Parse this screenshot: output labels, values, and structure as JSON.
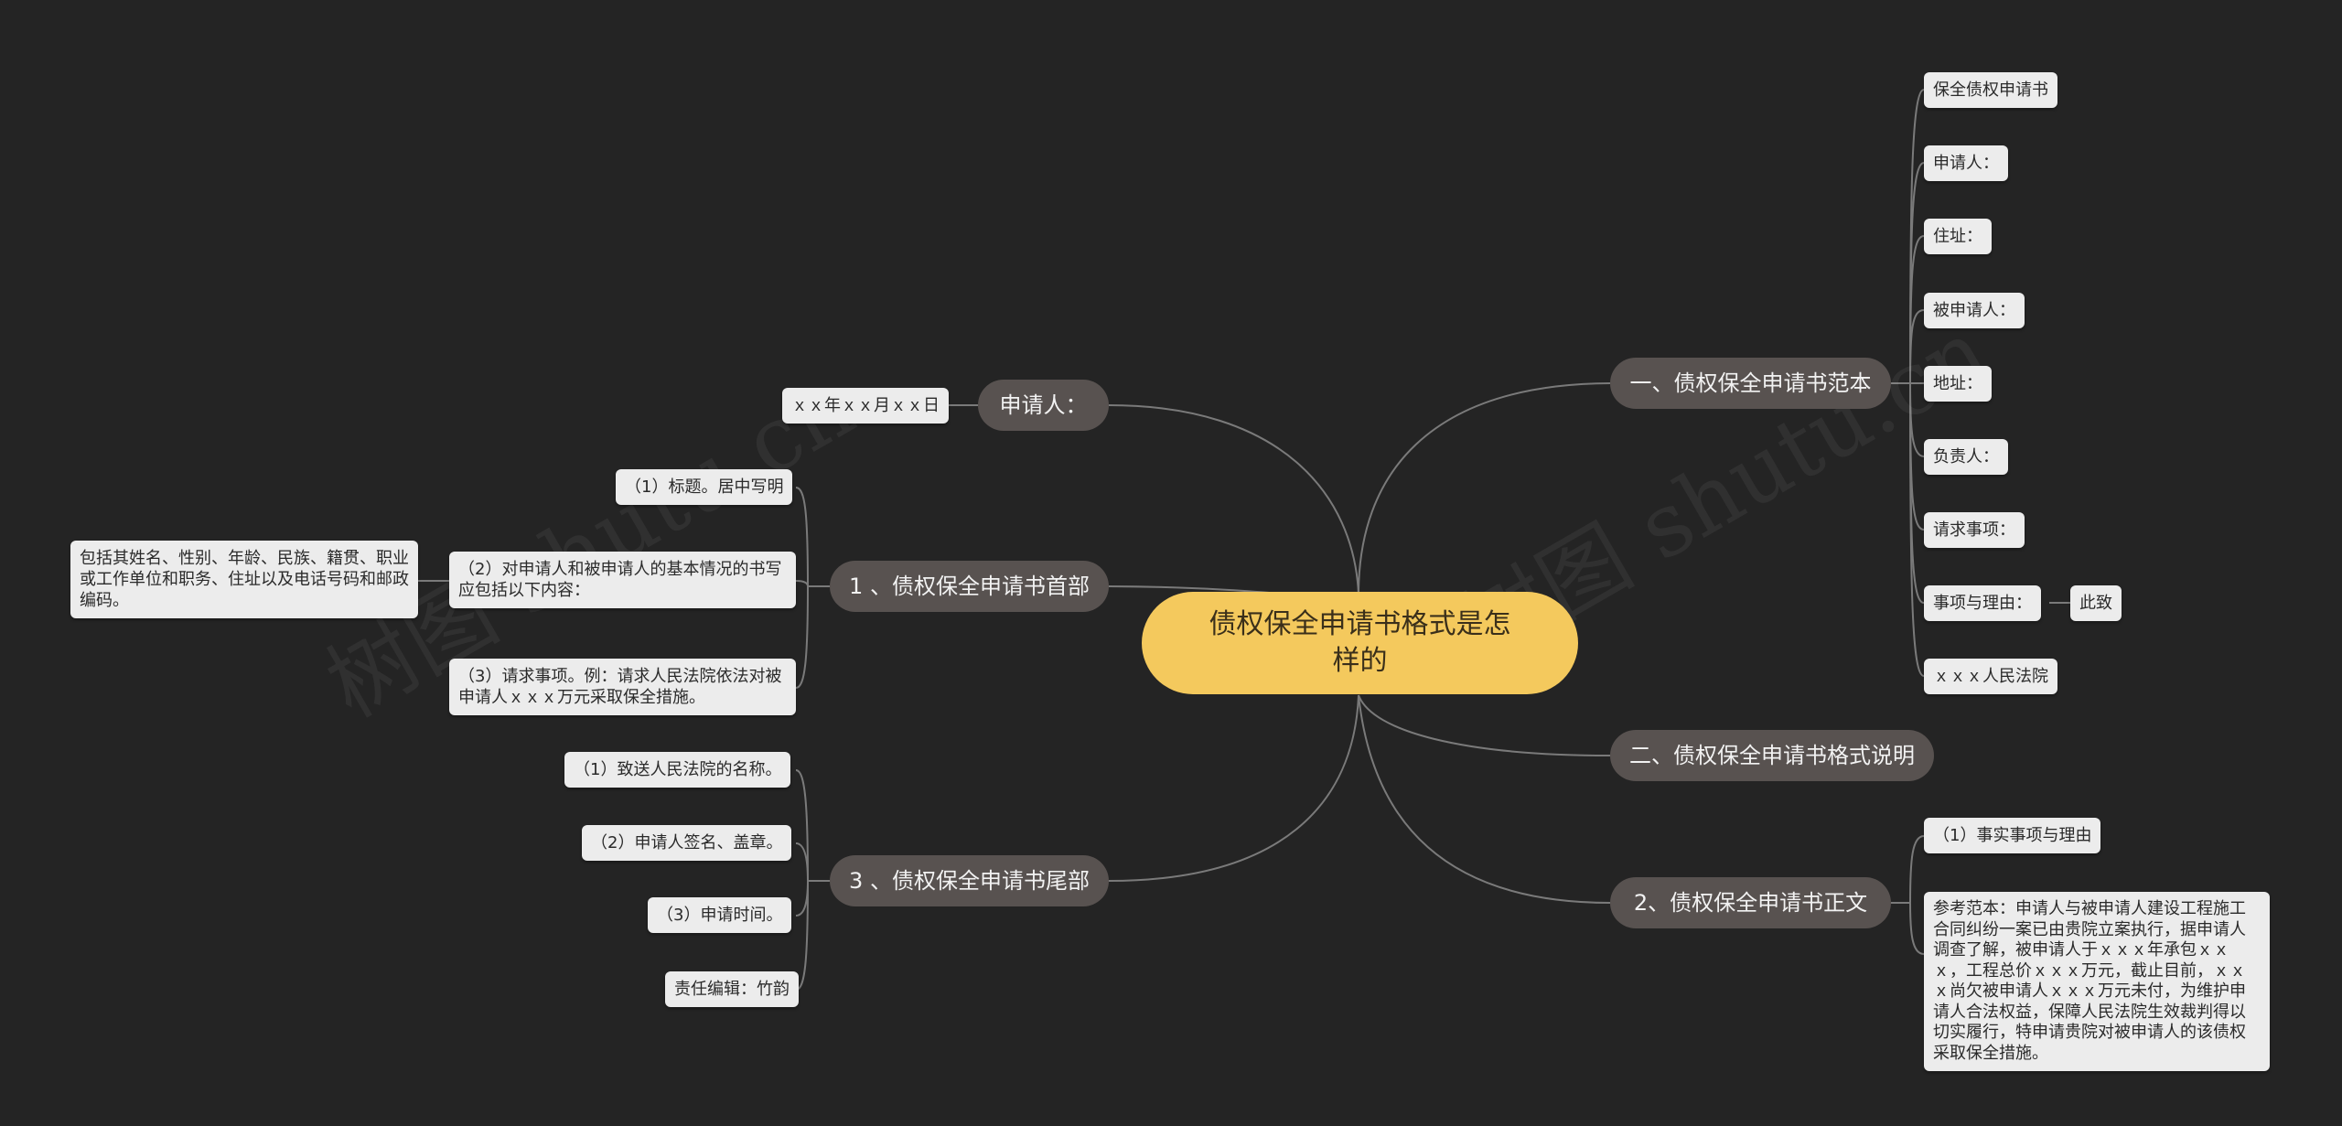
{
  "root": {
    "title": "债权保全申请书格式是怎样的"
  },
  "branches": {
    "right": [
      {
        "label": "一、债权保全申请书范本",
        "children": [
          "保全债权申请书",
          "申请人：",
          "住址：",
          "被申请人：",
          "地址：",
          "负责人：",
          "请求事项：",
          "事项与理由：",
          "ｘｘｘ人民法院"
        ],
        "grandchild": "此致"
      },
      {
        "label": "二、债权保全申请书格式说明"
      },
      {
        "label": "2、债权保全申请书正文",
        "children": [
          "（1）事实事项与理由",
          "参考范本：申请人与被申请人建设工程施工合同纠纷一案已由贵院立案执行，据申请人调查了解，被申请人于ｘｘｘ年承包ｘｘｘ，工程总价ｘｘｘ万元，截止目前，ｘｘｘ尚欠被申请人ｘｘｘ万元未付，为维护申请人合法权益，保障人民法院生效裁判得以切实履行，特申请贵院对被申请人的该债权采取保全措施。"
        ]
      }
    ],
    "left": [
      {
        "label": "申请人：",
        "children": [
          "ｘｘ年ｘｘ月ｘｘ日"
        ]
      },
      {
        "label": "1 、债权保全申请书首部",
        "children": [
          "（1）标题。居中写明",
          "（2）对申请人和被申请人的基本情况的书写应包括以下内容：",
          "（3）请求事项。例：请求人民法院依法对被申请人ｘｘｘ万元采取保全措施。"
        ],
        "grandchild": "包括其姓名、性别、年龄、民族、籍贯、职业或工作单位和职务、住址以及电话号码和邮政编码。"
      },
      {
        "label": "3 、债权保全申请书尾部",
        "children": [
          "（1）致送人民法院的名称。",
          "（2）申请人签名、盖章。",
          "（3）申请时间。",
          "责任编辑：竹韵"
        ]
      }
    ]
  },
  "watermark": "树图 shutu.cn",
  "colors": {
    "background": "#242424",
    "root": "#f4c95d",
    "branch": "#585250",
    "leaf": "#ececec",
    "link": "#7a7a7a"
  }
}
